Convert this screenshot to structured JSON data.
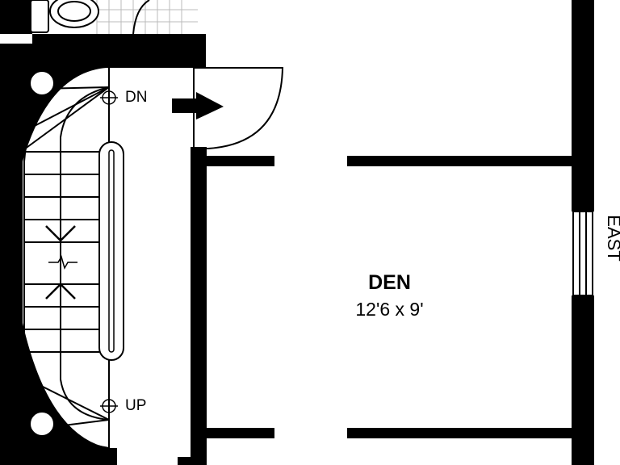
{
  "room": {
    "name": "DEN",
    "dimensions": "12'6 x 9'"
  },
  "stairs": {
    "down_label": "DN",
    "up_label": "UP"
  },
  "orientation": {
    "label": "EAST"
  },
  "colors": {
    "wall": "#000000",
    "background": "#ffffff",
    "tile_grid": "#bbbbbb"
  }
}
